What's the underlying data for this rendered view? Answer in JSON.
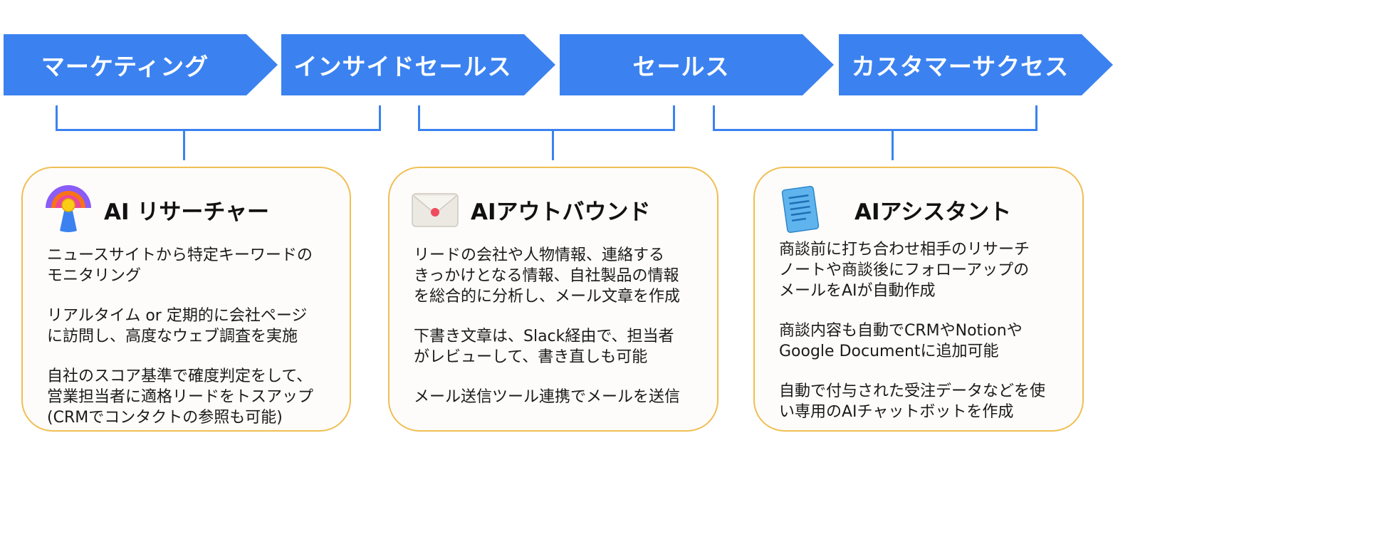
{
  "stages": [
    {
      "label": "マーケティング"
    },
    {
      "label": "インサイドセールス"
    },
    {
      "label": "セールス"
    },
    {
      "label": "カスタマーサクセス"
    }
  ],
  "cards": [
    {
      "title": "AI リサーチャー",
      "icon": "researcher-figure-icon",
      "paragraphs": [
        "ニュースサイトから特定キーワードの\nモニタリング",
        "リアルタイム or 定期的に会社ページ\nに訪問し、高度なウェブ調査を実施",
        "自社のスコア基準で確度判定をして、\n営業担当者に適格リードをトスアップ\n(CRMでコンタクトの参照も可能)"
      ]
    },
    {
      "title": "AIアウトバウンド",
      "icon": "envelope-icon",
      "paragraphs": [
        "リードの会社や人物情報、連絡する\nきっかけとなる情報、自社製品の情報\nを総合的に分析し、メール文章を作成",
        "下書き文章は、Slack経由で、担当者\nがレビューして、書き直しも可能",
        "メール送信ツール連携でメールを送信"
      ]
    },
    {
      "title": "AIアシスタント",
      "icon": "notepad-icon",
      "paragraphs": [
        "商談前に打ち合わせ相手のリサーチ\nノートや商談後にフォローアップの\nメールをAIが自動作成",
        "商談内容も自動でCRMやNotionや\nGoogle Documentに追加可能",
        "自動で付与された受注データなどを使\nい専用のAIチャットボットを作成"
      ]
    }
  ],
  "colors": {
    "stage_fill": "#3b82f0",
    "connector": "#3b82f0",
    "card_border": "#efbf53",
    "card_fill": "#fdfcfb"
  }
}
